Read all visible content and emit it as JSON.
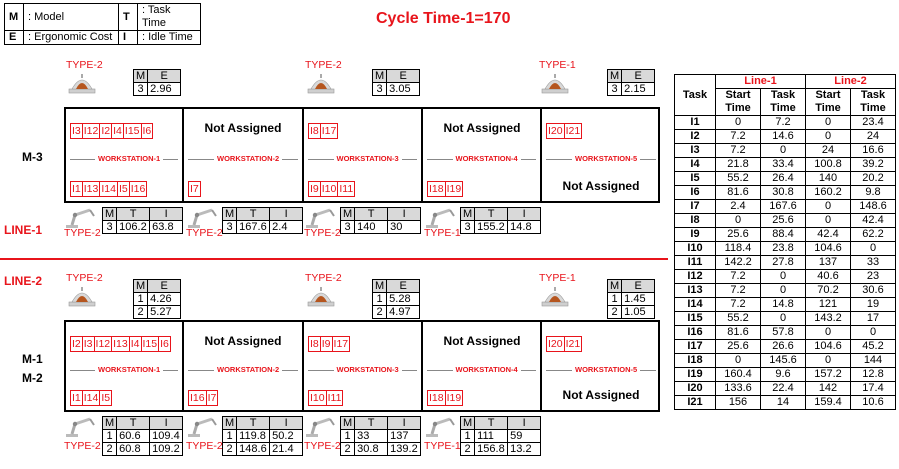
{
  "legend": [
    {
      "k1": "M",
      "v1": ": Model",
      "k2": "T",
      "v2": ": Task Time"
    },
    {
      "k1": "E",
      "v1": ": Ergonomic Cost",
      "k2": "I",
      "v2": ": Idle Time"
    }
  ],
  "title": "Cycle Time-1=170",
  "line1": {
    "label": "LINE-1",
    "models_label": "M-3",
    "helmets": [
      {
        "type": "TYPE-2",
        "rows": [
          [
            "3",
            "2.96"
          ]
        ]
      },
      {
        "type": "TYPE-2",
        "rows": [
          [
            "3",
            "3.05"
          ]
        ]
      },
      {
        "type": "TYPE-1",
        "rows": [
          [
            "3",
            "2.15"
          ]
        ]
      }
    ],
    "stations": [
      {
        "label": "WORKSTATION-1",
        "top": [
          "I3",
          "I12",
          "I2",
          "I4",
          "I15",
          "I6"
        ],
        "bottom": [
          "I1",
          "I13",
          "I14",
          "I5",
          "I16"
        ]
      },
      {
        "label": "WORKSTATION-2",
        "top": "Not Assigned",
        "bottom": [
          "I7"
        ]
      },
      {
        "label": "WORKSTATION-3",
        "top": [
          "I8",
          "I17"
        ],
        "bottom": [
          "I9",
          "I10",
          "I11"
        ]
      },
      {
        "label": "WORKSTATION-4",
        "top": "Not Assigned",
        "bottom": [
          "I18",
          "I19"
        ]
      },
      {
        "label": "WORKSTATION-5",
        "top": [
          "I20",
          "I21"
        ],
        "bottom": "Not Assigned"
      }
    ],
    "robots": [
      {
        "type": "TYPE-2",
        "rows": [
          [
            "3",
            "106.2",
            "63.8"
          ]
        ]
      },
      {
        "type": "TYPE-2",
        "rows": [
          [
            "3",
            "167.6",
            "2.4"
          ]
        ]
      },
      {
        "type": "TYPE-2",
        "rows": [
          [
            "3",
            "140",
            "30"
          ]
        ]
      },
      {
        "type": "TYPE-1",
        "rows": [
          [
            "3",
            "155.2",
            "14.8"
          ]
        ]
      }
    ]
  },
  "line2": {
    "label": "LINE-2",
    "models_label_1": "M-1",
    "models_label_2": "M-2",
    "helmets": [
      {
        "type": "TYPE-2",
        "rows": [
          [
            "1",
            "4.26"
          ],
          [
            "2",
            "5.27"
          ]
        ]
      },
      {
        "type": "TYPE-2",
        "rows": [
          [
            "1",
            "5.28"
          ],
          [
            "2",
            "4.97"
          ]
        ]
      },
      {
        "type": "TYPE-1",
        "rows": [
          [
            "1",
            "1.45"
          ],
          [
            "2",
            "1.05"
          ]
        ]
      }
    ],
    "stations": [
      {
        "label": "WORKSTATION-1",
        "top": [
          "I2",
          "I3",
          "I12",
          "I13",
          "I4",
          "I15",
          "I6"
        ],
        "bottom": [
          "I1",
          "I14",
          "I5"
        ]
      },
      {
        "label": "WORKSTATION-2",
        "top": "Not Assigned",
        "bottom": [
          "I16",
          "I7"
        ]
      },
      {
        "label": "WORKSTATION-3",
        "top": [
          "I8",
          "I9",
          "I17"
        ],
        "bottom": [
          "I10",
          "I11"
        ]
      },
      {
        "label": "WORKSTATION-4",
        "top": "Not Assigned",
        "bottom": [
          "I18",
          "I19"
        ]
      },
      {
        "label": "WORKSTATION-5",
        "top": [
          "I20",
          "I21"
        ],
        "bottom": "Not Assigned"
      }
    ],
    "robots": [
      {
        "type": "TYPE-2",
        "rows": [
          [
            "1",
            "60.6",
            "109.4"
          ],
          [
            "2",
            "60.8",
            "109.2"
          ]
        ]
      },
      {
        "type": "TYPE-2",
        "rows": [
          [
            "1",
            "119.8",
            "50.2"
          ],
          [
            "2",
            "148.6",
            "21.4"
          ]
        ]
      },
      {
        "type": "TYPE-2",
        "rows": [
          [
            "1",
            "33",
            "137"
          ],
          [
            "2",
            "30.8",
            "139.2"
          ]
        ]
      },
      {
        "type": "TYPE-1",
        "rows": [
          [
            "1",
            "111",
            "59"
          ],
          [
            "2",
            "156.8",
            "13.2"
          ]
        ]
      }
    ]
  },
  "param_headers": {
    "M": "M",
    "E": "E",
    "T": "T",
    "I": "I"
  },
  "table": {
    "task_header": "Task",
    "line1": "Line-1",
    "line2": "Line-2",
    "start": "Start",
    "time_word": "Time",
    "task_word": "Task",
    "rows": [
      [
        "I1",
        "0",
        "7.2",
        "0",
        "23.4"
      ],
      [
        "I2",
        "7.2",
        "14.6",
        "0",
        "24"
      ],
      [
        "I3",
        "7.2",
        "0",
        "24",
        "16.6"
      ],
      [
        "I4",
        "21.8",
        "33.4",
        "100.8",
        "39.2"
      ],
      [
        "I5",
        "55.2",
        "26.4",
        "140",
        "20.2"
      ],
      [
        "I6",
        "81.6",
        "30.8",
        "160.2",
        "9.8"
      ],
      [
        "I7",
        "2.4",
        "167.6",
        "0",
        "148.6"
      ],
      [
        "I8",
        "0",
        "25.6",
        "0",
        "42.4"
      ],
      [
        "I9",
        "25.6",
        "88.4",
        "42.4",
        "62.2"
      ],
      [
        "I10",
        "118.4",
        "23.8",
        "104.6",
        "0"
      ],
      [
        "I11",
        "142.2",
        "27.8",
        "137",
        "33"
      ],
      [
        "I12",
        "7.2",
        "0",
        "40.6",
        "23"
      ],
      [
        "I13",
        "7.2",
        "0",
        "70.2",
        "30.6"
      ],
      [
        "I14",
        "7.2",
        "14.8",
        "121",
        "19"
      ],
      [
        "I15",
        "55.2",
        "0",
        "143.2",
        "17"
      ],
      [
        "I16",
        "81.6",
        "57.8",
        "0",
        "0"
      ],
      [
        "I17",
        "25.6",
        "26.6",
        "104.6",
        "45.2"
      ],
      [
        "I18",
        "0",
        "145.6",
        "0",
        "144"
      ],
      [
        "I19",
        "160.4",
        "9.6",
        "157.2",
        "12.8"
      ],
      [
        "I20",
        "133.6",
        "22.4",
        "142",
        "17.4"
      ],
      [
        "I21",
        "156",
        "14",
        "159.4",
        "10.6"
      ]
    ]
  },
  "colors": {
    "accent": "#e8141b",
    "header_gray": "#d9d9d9",
    "helmet": "#b5561f"
  }
}
